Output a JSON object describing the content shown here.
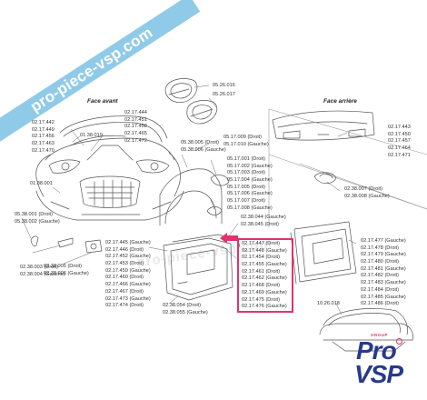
{
  "watermark_banner": "pro-piece-vsp.com",
  "section_titles": {
    "front": "Face avant",
    "rear": "Face arrière"
  },
  "labels": {
    "mirrors_top": [
      "05.26.016",
      "05.26.017"
    ],
    "front_left_list": [
      "02.17.442",
      "02.17.449",
      "02.17.456",
      "02.17.463",
      "02.17.470"
    ],
    "front_mid_list": [
      "02.17.444",
      "02.17.451",
      "02.17.458",
      "02.17.465",
      "02.17.472"
    ],
    "front_small": "01.38.019",
    "front_grille": "01.38.001",
    "side_lights_left": [
      "05.38.001 (Droit)",
      "05.38.002 (Gauche)"
    ],
    "fog_lights": [
      "02.38.003 (Droit)",
      "02.38.004 (Gauche)"
    ],
    "front_lower": [
      "02.38.005 (Droit)",
      "02.38.006 (Gauche)"
    ],
    "side_mirror_lights": [
      "05.38.005 (Droit)",
      "05.38.006 (Gauche)"
    ],
    "mirror_caps": [
      "05.17.009 (Droit)",
      "05.17.010 (Gauche)"
    ],
    "mirrors_list": [
      "05.17.001 (Droit)",
      "05.17.002 (Gauche)",
      "05.17.003 (Droit)",
      "05.17.004 (Gauche)",
      "05.17.005 (Droit)",
      "05.17.006 (Gauche)",
      "05.17.007 (Droit)",
      "05.17.008 (Gauche)"
    ],
    "sill_upper": [
      "02.38.044 (Gauche)",
      "02.38.045 (Droit)"
    ],
    "doors_left_list": [
      "02.17.445 (Gauche)",
      "02.17.446 (Droit)",
      "02.17.452 (Gauche)",
      "02.17.453 (Droit)",
      "02.17.459 (Gauche)",
      "02.17.460 (Droit)",
      "02.17.466 (Gauche)",
      "02.17.467 (Droit)",
      "02.17.473 (Gauche)",
      "02.17.474 (Droit)"
    ],
    "sill_lower": [
      "02.38.054 (Droit)",
      "02.38.055 (Gauche)"
    ],
    "doors_highlight_list": [
      "02.17.447 (Droit)",
      "02.17.448 (Gauche)",
      "02.17.454 (Droit)",
      "02.17.455 (Gauche)",
      "02.17.461 (Droit)",
      "02.17.462 (Gauche)",
      "02.17.468 (Droit)",
      "02.17.469 (Gauche)",
      "02.17.475 (Droit)",
      "02.17.476 (Gauche)"
    ],
    "rear_bumper_list": [
      "02.17.443",
      "02.17.450",
      "02.17.457",
      "02.17.464",
      "02.17.471"
    ],
    "rear_light": [
      "02.38.007 (Droit)",
      "02.38.008 (Gauche)"
    ],
    "rear_doors_list": [
      "02.17.477 (Gauche)",
      "02.17.478 (Droit)",
      "02.17.479 (Gauche)",
      "02.17.480 (Droit)",
      "02.17.481 (Gauche)",
      "02.17.482 (Droit)",
      "02.17.483 (Gauche)",
      "02.17.484 (Droit)",
      "02.17.485 (Gauche)",
      "02.17.486 (Droit)"
    ],
    "windshield": "10.26.018"
  },
  "center_watermark": "pro-piece-vsp.com",
  "logo": {
    "group": "GROUP",
    "line1": "Pro",
    "line2": "VSP"
  },
  "colors": {
    "line": "#555555",
    "label": "#333333",
    "banner": "#8fcbe8",
    "highlight": "#e0336e",
    "logo": "#283a8c"
  }
}
